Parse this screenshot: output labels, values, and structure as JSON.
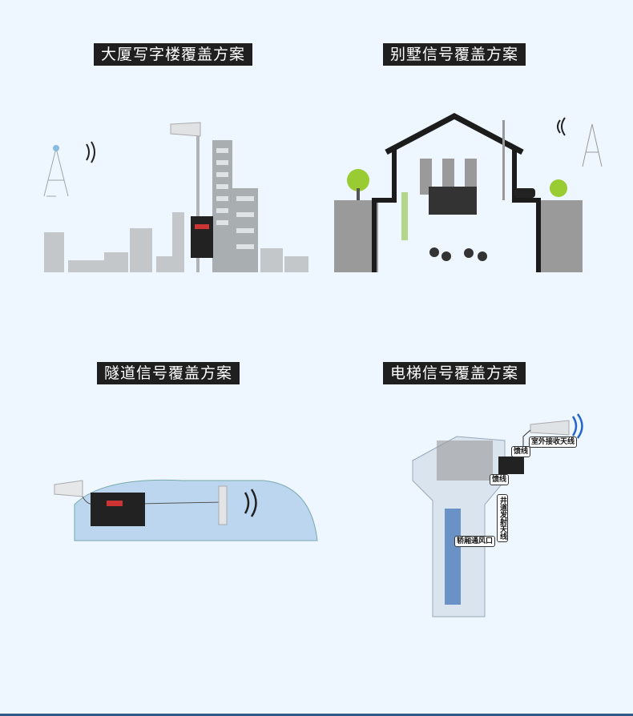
{
  "sections": [
    {
      "title": "大厦写字楼覆盖方案"
    },
    {
      "title": "别墅信号覆盖方案"
    },
    {
      "title": "隧道信号覆盖方案"
    },
    {
      "title": "电梯信号覆盖方案"
    }
  ],
  "elevator_labels": {
    "outdoor_antenna": "室外接收天线",
    "feeder_top": "馈线",
    "feeder_bottom": "馈线",
    "shaft_antenna": "井道发射天线",
    "car_vent": "轿厢通风口"
  }
}
